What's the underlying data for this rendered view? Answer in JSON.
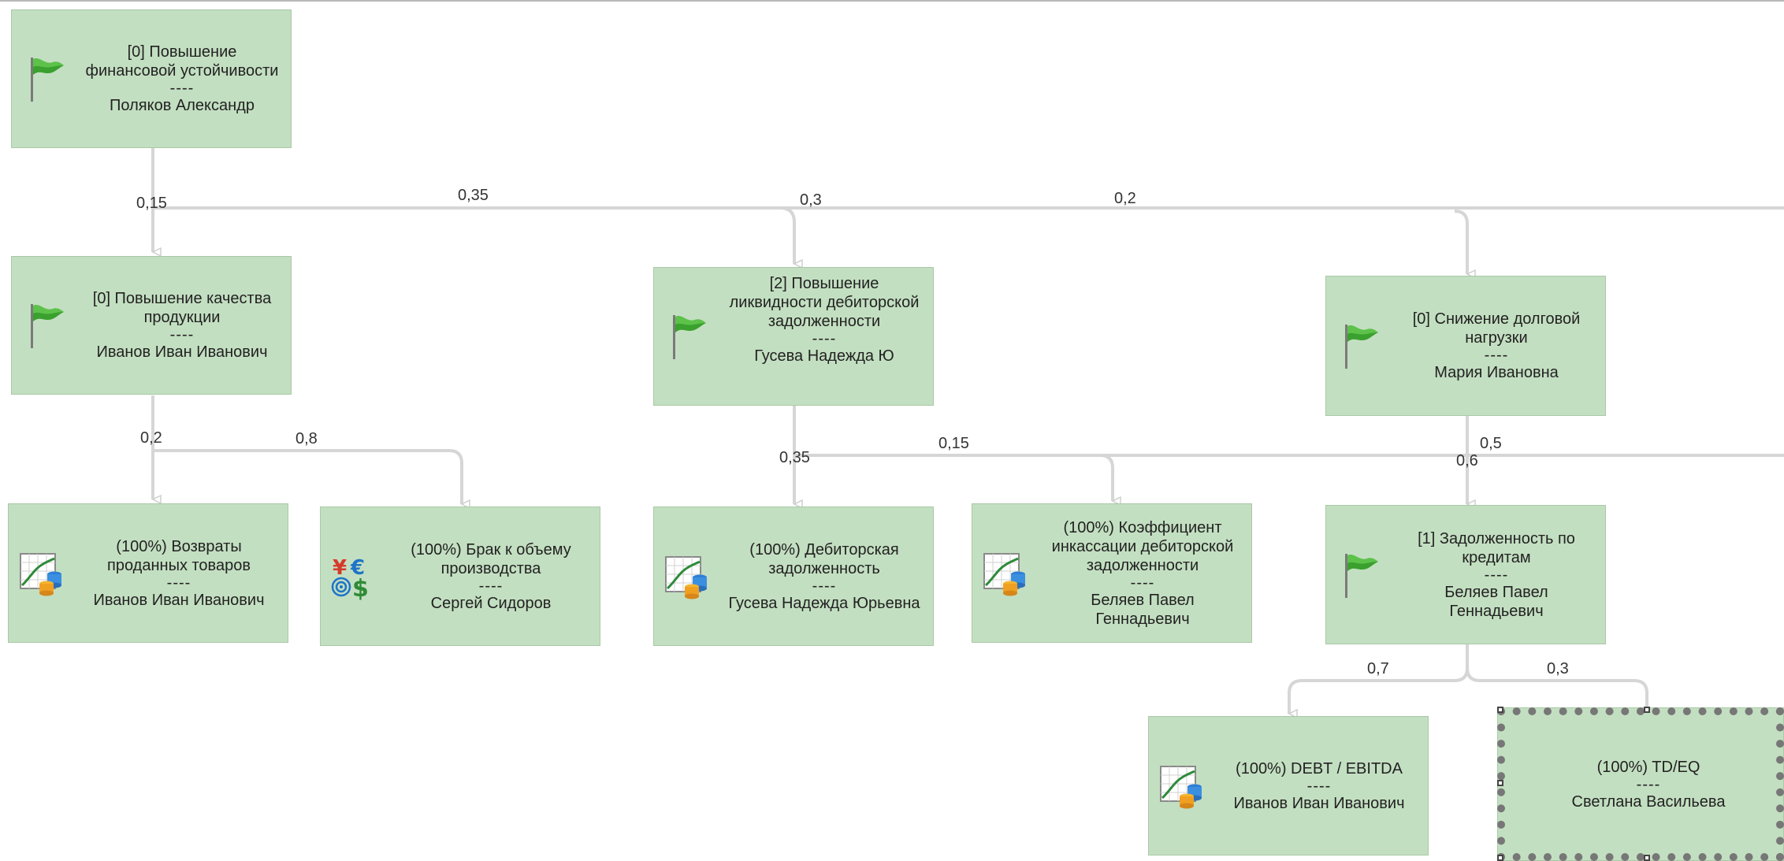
{
  "colors": {
    "node_fill": "#c3dfc1",
    "node_border": "#a9c9a6",
    "connector": "#d6d6d6",
    "flag": "#37a02c"
  },
  "nodes": {
    "root": {
      "title": "[0] Повышение финансовой устойчивости",
      "sep": "----",
      "owner": "Поляков Александр",
      "icon": "flag-icon"
    },
    "quality": {
      "title": "[0] Повышение качества продукции",
      "sep": "----",
      "owner": "Иванов Иван Иванович",
      "icon": "flag-icon"
    },
    "liquidity": {
      "title": "[2] Повышение ликвидности дебиторской задолженности",
      "sep": "----",
      "owner": "Гусева Надежда Ю",
      "icon": "flag-icon"
    },
    "debtload": {
      "title": "[0] Снижение долговой нагрузки",
      "sep": "----",
      "owner": "Мария Ивановна",
      "icon": "flag-icon"
    },
    "returns": {
      "title": "(100%) Возвраты проданных товаров",
      "sep": "----",
      "owner": "Иванов Иван Иванович",
      "icon": "chart-db-icon"
    },
    "defects": {
      "title": "(100%) Брак к объему производства",
      "sep": "----",
      "owner": "Сергей Сидоров",
      "icon": "currency-icon"
    },
    "receivable": {
      "title": "(100%) Дебиторская задолженность",
      "sep": "----",
      "owner": "Гусева Надежда Юрьевна",
      "icon": "chart-db-icon"
    },
    "collection": {
      "title": "(100%) Коэффициент инкассации дебиторской задолженности",
      "sep": "----",
      "owner": "Беляев Павел Геннадьевич",
      "icon": "chart-db-icon"
    },
    "loans": {
      "title": "[1] Задолженность по кредитам",
      "sep": "----",
      "owner": "Беляев Павел Геннадьевич",
      "icon": "flag-icon"
    },
    "ebitda": {
      "title": "(100%) DEBT / EBITDA",
      "sep": "----",
      "owner": "Иванов Иван Иванович",
      "icon": "chart-db-icon"
    },
    "tdeq": {
      "title": "(100%) TD/EQ",
      "sep": "----",
      "owner": "Светлана Васильева",
      "icon": ""
    }
  },
  "weights": {
    "root_quality": "0,15",
    "root_035": "0,35",
    "root_liquidity": "0,3",
    "root_debtload": "0,2",
    "quality_returns": "0,2",
    "quality_defects": "0,8",
    "liquidity_receivable": "0,35",
    "liquidity_collection": "0,15",
    "debtload_05": "0,5",
    "debtload_loans": "0,6",
    "loans_ebitda": "0,7",
    "loans_tdeq": "0,3"
  }
}
